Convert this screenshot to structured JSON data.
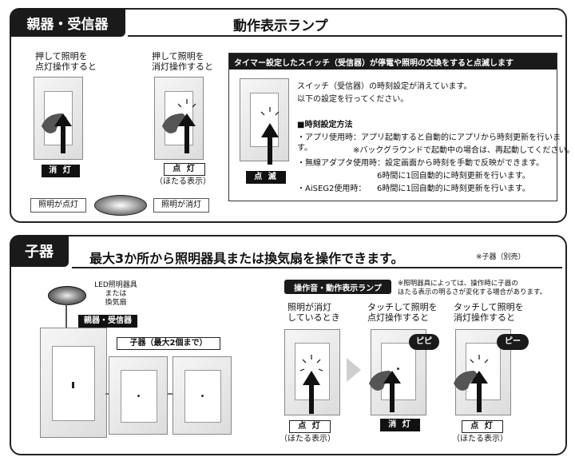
{
  "top": {
    "tab": "親器・受信器",
    "heading": "動作表示ランプ",
    "left_caption": "押して照明を\n点灯操作すると",
    "left_label": "消 灯",
    "mid_caption": "押して照明を\n消灯操作すると",
    "mid_label": "点 灯",
    "mid_note": "（ほたる表示）",
    "pill_on": "照明が点灯",
    "pill_off": "照明が消灯",
    "timer_box": {
      "header": "タイマー設定したスイッチ（受信器）が停電や照明の交換をすると点滅します",
      "label": "点 滅",
      "line1": "スイッチ（受信器）の時刻設定が消えています。",
      "line2": "以下の設定を行ってください。",
      "method_title": "■時刻設定方法",
      "app_line": "・アプリ使用時：アプリ起動すると自動的にアプリから時刻更新を行います。",
      "app_note": "※バックグラウンドで起動中の場合は、再起動してください。",
      "adapter_line1": "・無線アダプタ使用時：設定画面から時刻を手動で反映ができます。",
      "adapter_line2": "6時間に1回自動的に時刻更新を行います。",
      "aiseg_label": "・AiSEG2使用時：",
      "aiseg_text": "6時間に1回自動的に時刻更新を行います。"
    }
  },
  "bottom": {
    "tab": "子器",
    "heading": "最大3か所から照明器具または換気扇を操作できます。",
    "heading_note": "※子器（別売）",
    "fixture_caption": "LED照明器具\nまたは\n換気扇",
    "parent_label": "親器・受信器",
    "child_label": "子器（最大2個まで）",
    "lamp_tag": "操作音・動作表示ランプ",
    "lamp_note": "※照明器具によっては、操作時に子器の\nほたる表示の明るさが変化する場合があります。",
    "col1_caption": "照明が消灯\nしているとき",
    "col1_label": "点 灯",
    "col1_note": "（ほたる表示）",
    "col2_caption": "タッチして照明を\n点灯操作すると",
    "col2_bubble": "ピピ",
    "col2_label": "消 灯",
    "col3_caption": "タッチして照明を\n消灯操作すると",
    "col3_bubble": "ピー",
    "col3_label": "点 灯",
    "col3_note": "（ほたる表示）"
  }
}
